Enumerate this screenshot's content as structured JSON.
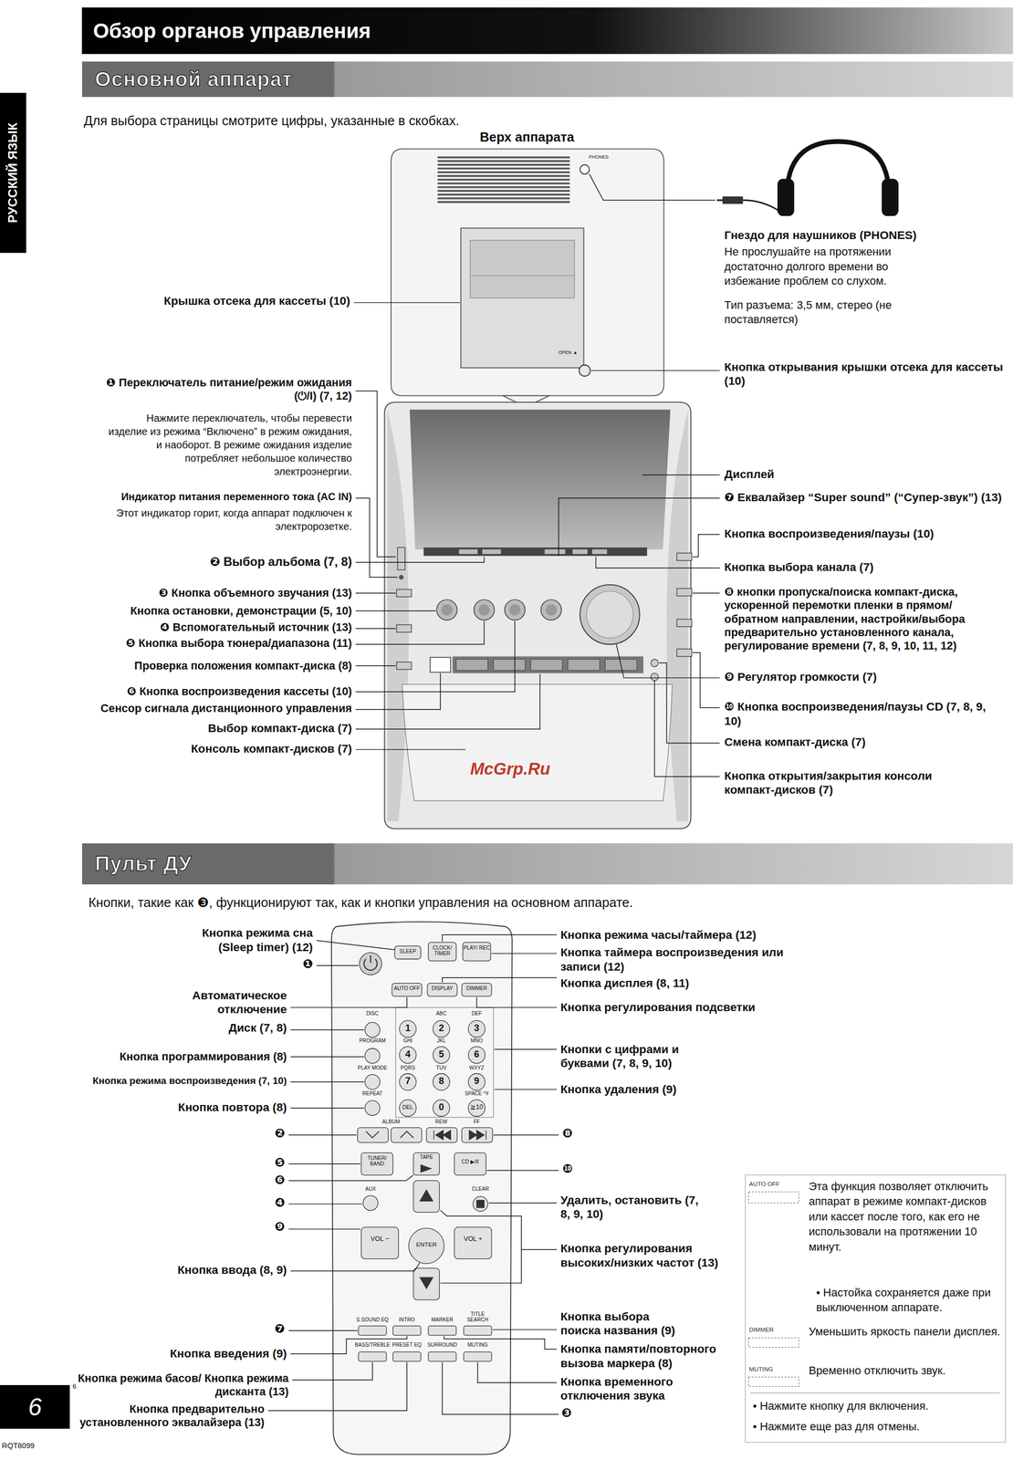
{
  "diagram": {
    "title": "Обзор органов управления",
    "nodes": [
      {
        "text": [
          "Основной аппарат"
        ]
      },
      {
        "text": [
          "РУССКИЙ ЯЗЫК"
        ]
      },
      {
        "text": [
          "Пульт ДУ"
        ]
      },
      {
        "text": [
          "AUTO OFF",
          "Эта функция позволяет отключить аппарат в режиме компакт-дисков или кассет после того, как его не использовали на протяжении 10 минут.",
          "• Настойка сохраняется даже при выключенном аппарате.",
          "DIMMER",
          "Уменьшить яркость панели дисплея.",
          "MUTING",
          "Временно отключить звук.",
          "• Нажмите кнопку для включения.",
          "• Нажмите еще раз для отмены."
        ]
      },
      {
        "text": [
          "6"
        ]
      }
    ],
    "labels": [
      "Для выбора страницы смотрите цифры, указанные в скобках.",
      "Верх аппарата",
      "PHONES",
      "Гнездо для наушников (PHONES)",
      "Не прослушайте на протяжении достаточно долгого времени во избежание проблем со слухом.",
      "Тип разъема: 3,5 мм, стерео (не поставляется)",
      "Крышка отсека для кассеты (10)",
      "OPEN ▲",
      "Кнопка открывания крышки отсека для кассеты (10)",
      "❶ Переключатель питание/режим ожидания (⏻/I) (7, 12)",
      "Нажмите переключатель, чтобы перевести изделие из режима “Включено” в режим ожидания, и наоборот. В режиме ожидания изделие потребляет небольшое количество электроэнергии.",
      "Индикатор питания переменного тока (AC IN)",
      "Этот индикатор горит, когда аппарат подключен к электророзетке.",
      "❷ Выбор альбома (7, 8)",
      "❸ Кнопка объемного звучания (13)",
      "Кнопка остановки, демонстрации (5, 10)",
      "❹ Вспомогательный источник (13)",
      "❺ Кнопка выбора тюнера/диапазона (11)",
      "Проверка положения компакт-диска (8)",
      "❻ Кнопка воспроизведения кассеты (10)",
      "Сенсор сигнала дистанционного управления",
      "Выбор компакт-диска (7)",
      "Консоль компакт-дисков (7)",
      "Дисплей",
      "❼ Еквалайзер “Super sound” (“Супер-звук”) (13)",
      "Кнопка воспроизведения/паузы (10)",
      "Кнопка выбора канала (7)",
      "❽ кнопки пропуска/поиска компакт-диска, ускоренной перемотки пленки в прямом/обратном направлении, настройки/выбора предварительно установленного канала, регулирование времени (7, 8, 9, 10, 11, 12)",
      "❾ Регулятор громкости (7)",
      "❿ Кнопка воспроизведения/паузы CD (7, 8, 9, 10)",
      "Смена компакт-диска (7)",
      "Кнопка открытия/закрытия консоли компакт-дисков (7)",
      "McGrp.Ru",
      "Кнопки, такие как ❸, функционируют так, как и кнопки управления на основном аппарате.",
      "Кнопка режима сна (Sleep timer) (12)",
      "❶",
      "Автоматическое отключение",
      "Диск (7, 8)",
      "Кнопка программирования (8)",
      "Кнопка режима воспроизведения (7, 10)",
      "Кнопка повтора (8)",
      "❷",
      "❺",
      "❻",
      "❹",
      "❾",
      "Кнопка ввода (8, 9)",
      "❼",
      "Кнопка введения (9)",
      "Кнопка режима басов/ Кнопка режима дисканта (13)",
      "Кнопка предварительно установленного эквалайзера (13)",
      "Кнопка режима часы/таймера (12)",
      "Кнопка таймера воспроизведения или записи (12)",
      "Кнопка дисплея (8, 11)",
      "Кнопка регулирования подсветки",
      "Кнопки с цифрами и буквами (7, 8, 9, 10)",
      "Кнопка удаления (9)",
      "❽",
      "❿",
      "Удалить, остановить (7, 8, 9, 10)",
      "Кнопка регулирования высоких/низких частот (13)",
      "Кнопка выбора поиска названия (9)",
      "Кнопка памяти/повторного вызова маркера (8)",
      "Кнопка временного отключения звука",
      "❸",
      "SLEEP",
      "CLOCK/ TIMER",
      "PLAY/ REC",
      "AUTO OFF",
      "DISPLAY",
      "DIMMER",
      "DISC",
      "1",
      "ABC",
      "2",
      "DEF",
      "3",
      "PROGRAM",
      "GHI",
      "4",
      "JKL",
      "5",
      "MNO",
      "6",
      "PLAY MODE",
      "PQRS",
      "7",
      "TUV",
      "8",
      "WXYZ",
      "9",
      "REPEAT",
      "DEL",
      "0",
      "SPACE ^#",
      "≧10",
      "ALBUM",
      "REW",
      "FF",
      "TUNER/ BAND",
      "TAPE",
      "CD ▶/II",
      "AUX",
      "CLEAR",
      "VOL −",
      "ENTER",
      "VOL +",
      "S.SOUND EQ",
      "INTRO",
      "MARKER",
      "TITLE SEARCH",
      "BASS/TREBLE",
      "PRESET EQ",
      "SURROUND",
      "MUTING",
      "6",
      "RQT8099"
    ]
  }
}
